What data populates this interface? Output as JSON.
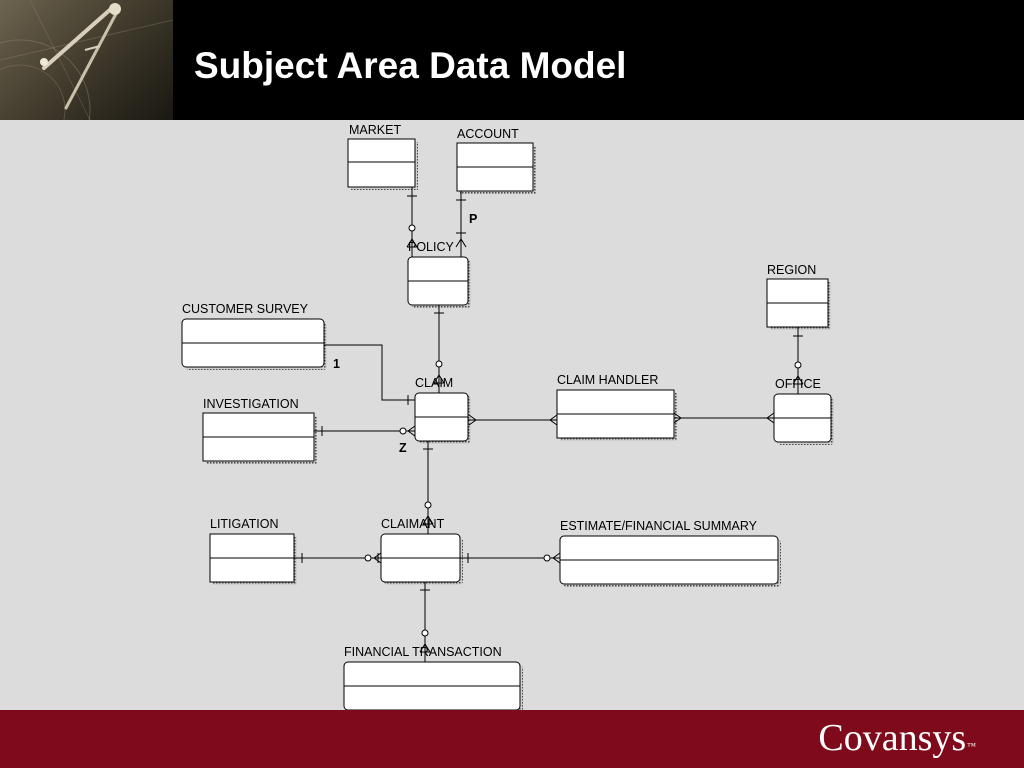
{
  "header": {
    "title": "Subject Area Data Model"
  },
  "footer": {
    "logo_text": "Covansys",
    "logo_mark": "™"
  },
  "diagram": {
    "entities": [
      {
        "id": "market",
        "label": "MARKET"
      },
      {
        "id": "account",
        "label": "ACCOUNT"
      },
      {
        "id": "policy",
        "label": "POLICY"
      },
      {
        "id": "region",
        "label": "REGION"
      },
      {
        "id": "customer-survey",
        "label": "CUSTOMER SURVEY"
      },
      {
        "id": "claim",
        "label": "CLAIM"
      },
      {
        "id": "claim-handler",
        "label": "CLAIM HANDLER"
      },
      {
        "id": "office",
        "label": "OFFICE"
      },
      {
        "id": "investigation",
        "label": "INVESTIGATION"
      },
      {
        "id": "litigation",
        "label": "LITIGATION"
      },
      {
        "id": "claimant",
        "label": "CLAIMANT"
      },
      {
        "id": "estimate-financial-summary",
        "label": "ESTIMATE/FINANCIAL SUMMARY"
      },
      {
        "id": "financial-transaction",
        "label": "FINANCIAL TRANSACTION"
      }
    ],
    "relationships": [
      {
        "from": "market",
        "to": "policy"
      },
      {
        "from": "account",
        "to": "policy",
        "label": "P"
      },
      {
        "from": "policy",
        "to": "claim"
      },
      {
        "from": "customer-survey",
        "to": "claim",
        "label": "1"
      },
      {
        "from": "investigation",
        "to": "claim",
        "label": "Z"
      },
      {
        "from": "claim",
        "to": "claim-handler"
      },
      {
        "from": "claim-handler",
        "to": "office"
      },
      {
        "from": "region",
        "to": "office"
      },
      {
        "from": "claim",
        "to": "claimant"
      },
      {
        "from": "litigation",
        "to": "claimant"
      },
      {
        "from": "claimant",
        "to": "estimate-financial-summary"
      },
      {
        "from": "claimant",
        "to": "financial-transaction"
      }
    ]
  }
}
